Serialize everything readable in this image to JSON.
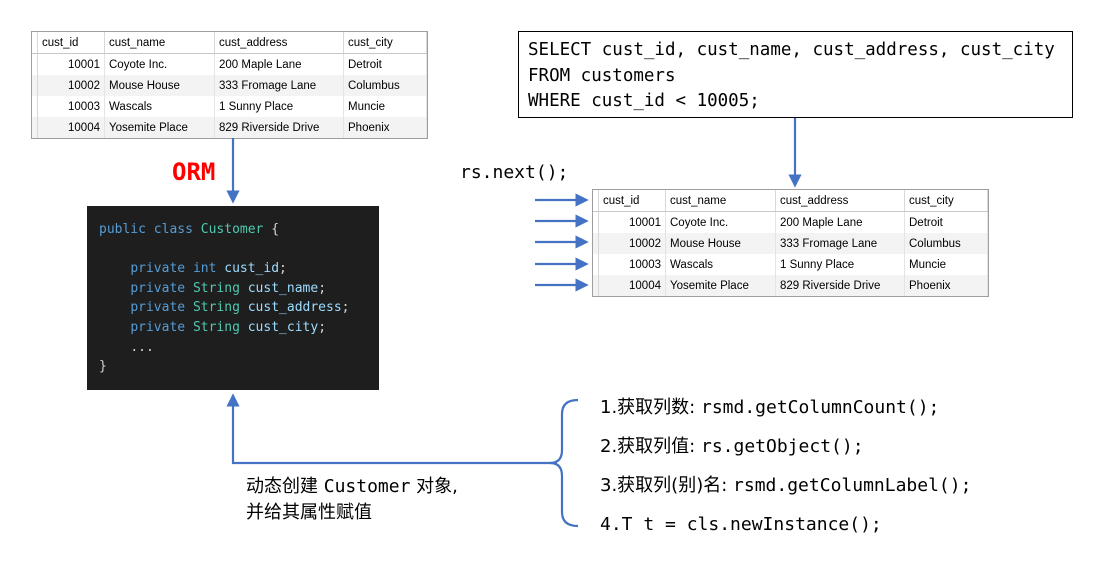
{
  "result_table": {
    "columns": [
      "cust_id",
      "cust_name",
      "cust_address",
      "cust_city"
    ],
    "rows": [
      [
        "10001",
        "Coyote Inc.",
        "200 Maple Lane",
        "Detroit"
      ],
      [
        "10002",
        "Mouse House",
        "333 Fromage Lane",
        "Columbus"
      ],
      [
        "10003",
        "Wascals",
        "1 Sunny Place",
        "Muncie"
      ],
      [
        "10004",
        "Yosemite Place",
        "829 Riverside Drive",
        "Phoenix"
      ]
    ]
  },
  "sql": {
    "line1": "SELECT cust_id, cust_name, cust_address, cust_city",
    "line2": "FROM customers",
    "line3": "WHERE cust_id < 10005;"
  },
  "orm_label": "ORM",
  "rs_next": "rs.next();",
  "code": {
    "kw_public": "public",
    "kw_class": "class",
    "class_name": "Customer",
    "open_brace": "{",
    "fields": [
      {
        "modifier": "private",
        "type": "int",
        "name": "cust_id"
      },
      {
        "modifier": "private",
        "type": "String",
        "name": "cust_name"
      },
      {
        "modifier": "private",
        "type": "String",
        "name": "cust_address"
      },
      {
        "modifier": "private",
        "type": "String",
        "name": "cust_city"
      }
    ],
    "ellipsis": "...",
    "close_brace": "}"
  },
  "create_note": {
    "line1_a": "动态创建",
    "line1_b": "Customer",
    "line1_c": "对象,",
    "line2": "并给其属性赋值"
  },
  "steps": [
    {
      "label": "1.获取列数:",
      "code": "rsmd.getColumnCount();"
    },
    {
      "label": "2.获取列值:",
      "code": "rs.getObject();"
    },
    {
      "label": "3.获取列(别)名:",
      "code": "rsmd.getColumnLabel();"
    },
    {
      "label": "4.T t = cls.newInstance();",
      "code": ""
    }
  ],
  "colors": {
    "arrow": "#4472c4",
    "orm": "#ff0000",
    "code_bg": "#1e1e1e"
  }
}
